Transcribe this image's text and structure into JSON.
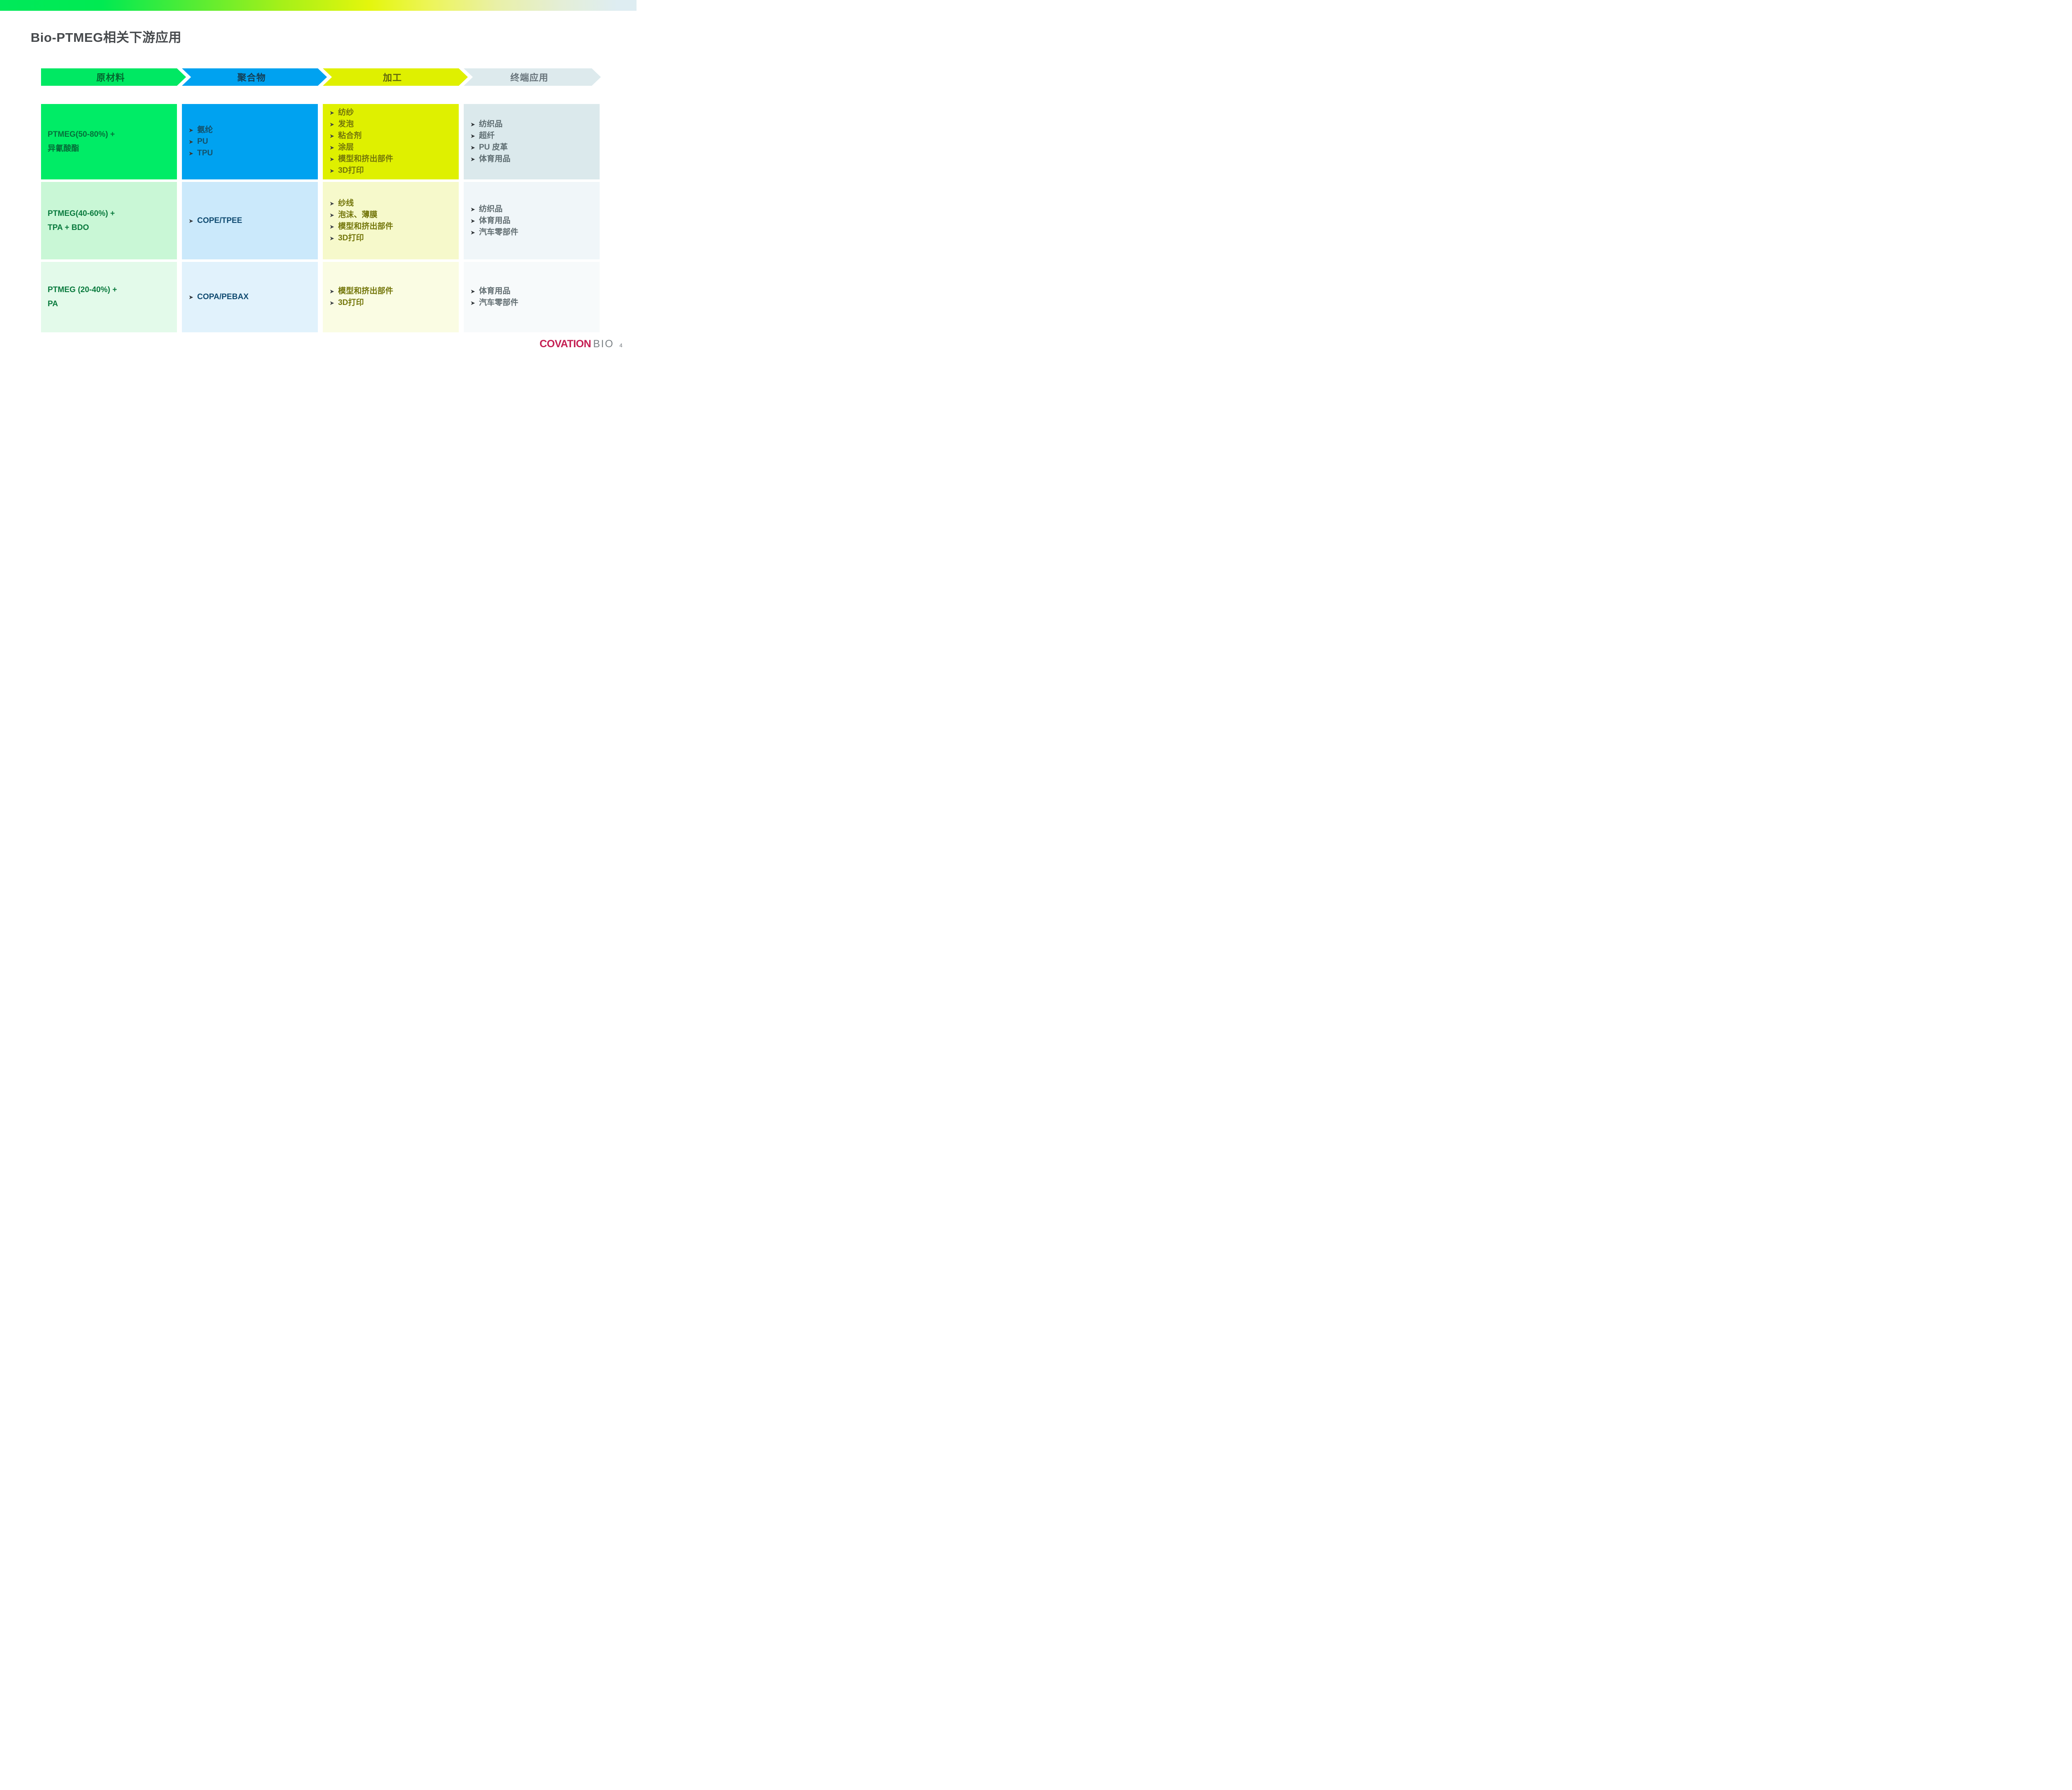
{
  "title": "Bio-PTMEG相关下游应用",
  "flow": {
    "stages": [
      {
        "label": "原材料"
      },
      {
        "label": "聚合物"
      },
      {
        "label": "加工"
      },
      {
        "label": "终端应用"
      }
    ]
  },
  "grid": {
    "columns": [
      {
        "name": "raw-materials",
        "rows": [
          {
            "lines": [
              "PTMEG(50-80%) +",
              "异氰酸酯"
            ]
          },
          {
            "lines": [
              "PTMEG(40-60%) +",
              "TPA + BDO"
            ]
          },
          {
            "lines": [
              "PTMEG (20-40%) +",
              "PA"
            ]
          }
        ]
      },
      {
        "name": "polymers",
        "rows": [
          {
            "items": [
              "氨纶",
              "PU",
              "TPU"
            ]
          },
          {
            "items": [
              "COPE/TPEE"
            ]
          },
          {
            "items": [
              "COPA/PEBAX"
            ]
          }
        ]
      },
      {
        "name": "processing",
        "rows": [
          {
            "items": [
              "纺纱",
              "发泡",
              "粘合剂",
              "涂层",
              "模型和挤出部件",
              "3D打印"
            ]
          },
          {
            "items": [
              "纱线",
              "泡沫、薄膜",
              "模型和挤出部件",
              "3D打印"
            ]
          },
          {
            "items": [
              "模型和挤出部件",
              "3D打印"
            ]
          }
        ]
      },
      {
        "name": "end-uses",
        "rows": [
          {
            "items": [
              "纺织品",
              "超纤",
              "PU 皮革",
              "体育用品"
            ]
          },
          {
            "items": [
              "纺织品",
              "体育用品",
              "汽车零部件"
            ]
          },
          {
            "items": [
              "体育用品",
              "汽车零部件"
            ]
          }
        ]
      }
    ]
  },
  "footer": {
    "logo_covation": "COVATION",
    "logo_bio": "BIO",
    "page_number": "4"
  },
  "icons": {
    "bullet": "➤"
  },
  "colors": {
    "top_gradient_left": "#00E95A",
    "top_gradient_mid": "#E4F60C",
    "top_gradient_right": "#DEEDF2",
    "stage_raw_materials": "#00E863",
    "stage_polymers": "#00A2F0",
    "stage_processing": "#DFF000",
    "stage_end_uses": "#DDEAED",
    "cell_green_bright": "#00EC66",
    "cell_green_text": "#04713A",
    "cell_blue_text": "#0F4A70",
    "cell_olive_text": "#73760A",
    "cell_gray_text": "#5E6D71",
    "title_text": "#46494C",
    "logo_crimson": "#C41E52",
    "logo_gray": "#7C8286"
  }
}
